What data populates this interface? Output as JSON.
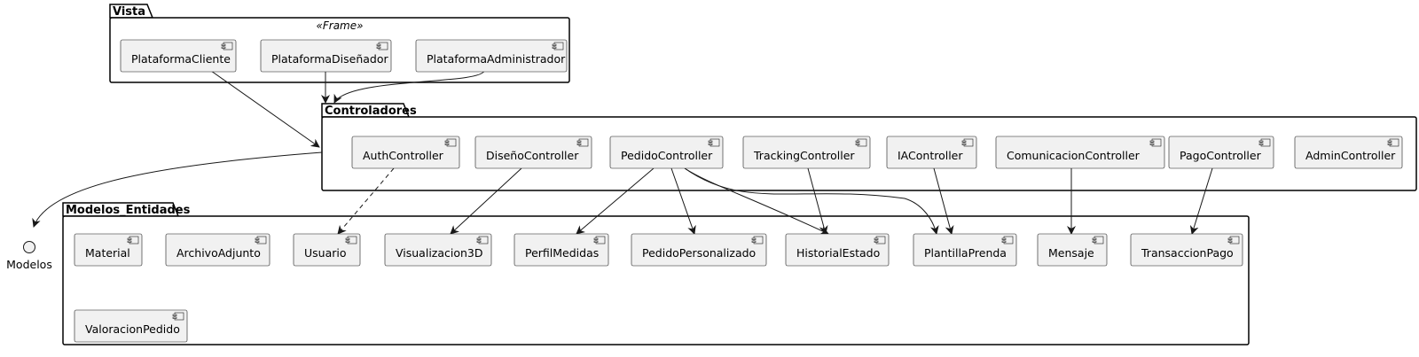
{
  "packages": {
    "vista": {
      "title": "Vista",
      "stereotype": "«Frame»"
    },
    "controladores": {
      "title": "Controladores"
    },
    "modelos": {
      "title": "Modelos_Entidades"
    }
  },
  "components": {
    "plataforma_cliente": "PlataformaCliente",
    "plataforma_disenador": "PlataformaDiseñador",
    "plataforma_administrador": "PlataformaAdministrador",
    "auth_controller": "AuthController",
    "diseno_controller": "DiseñoController",
    "pedido_controller": "PedidoController",
    "tracking_controller": "TrackingController",
    "ia_controller": "IAController",
    "comunicacion_controller": "ComunicacionController",
    "pago_controller": "PagoController",
    "admin_controller": "AdminController",
    "material": "Material",
    "archivo_adjunto": "ArchivoAdjunto",
    "usuario": "Usuario",
    "visualizacion3d": "Visualizacion3D",
    "perfil_medidas": "PerfilMedidas",
    "pedido_personalizado": "PedidoPersonalizado",
    "historial_estado": "HistorialEstado",
    "plantilla_prenda": "PlantillaPrenda",
    "mensaje": "Mensaje",
    "transaccion_pago": "TransaccionPago",
    "valoracion_pedido": "ValoracionPedido"
  },
  "interfaces": {
    "modelos": "Modelos"
  },
  "relations": [
    {
      "from": "PlataformaCliente",
      "to": "Controladores",
      "style": "solid"
    },
    {
      "from": "PlataformaDiseñador",
      "to": "Controladores",
      "style": "solid"
    },
    {
      "from": "PlataformaAdministrador",
      "to": "Controladores",
      "style": "solid"
    },
    {
      "from": "Controladores",
      "to": "Modelos",
      "style": "solid"
    },
    {
      "from": "AuthController",
      "to": "Usuario",
      "style": "dashed"
    },
    {
      "from": "DiseñoController",
      "to": "Visualizacion3D",
      "style": "solid"
    },
    {
      "from": "PedidoController",
      "to": "PerfilMedidas",
      "style": "solid"
    },
    {
      "from": "PedidoController",
      "to": "PedidoPersonalizado",
      "style": "solid"
    },
    {
      "from": "PedidoController",
      "to": "HistorialEstado",
      "style": "solid"
    },
    {
      "from": "PedidoController",
      "to": "PlantillaPrenda",
      "style": "solid"
    },
    {
      "from": "TrackingController",
      "to": "HistorialEstado",
      "style": "solid"
    },
    {
      "from": "IAController",
      "to": "PlantillaPrenda",
      "style": "solid"
    },
    {
      "from": "ComunicacionController",
      "to": "Mensaje",
      "style": "solid"
    },
    {
      "from": "PagoController",
      "to": "TransaccionPago",
      "style": "solid"
    }
  ]
}
